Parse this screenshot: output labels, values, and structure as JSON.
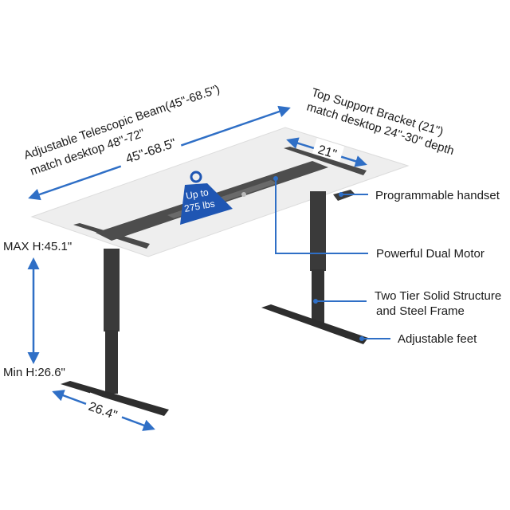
{
  "annotations": {
    "beam_line1": "Adjustable Telescopic Beam(45\"-68.5\")",
    "beam_line2": "match desktop 48\"-72\"",
    "beam_dimension": "45\"-68.5\"",
    "bracket_line1": "Top Support Bracket (21\")",
    "bracket_line2": "match desktop 24\"-30\" depth",
    "bracket_dimension": "21\"",
    "max_height": "MAX H:45.1\"",
    "min_height": "Min H:26.6\"",
    "feet_dimension": "26.4\"",
    "handset": "Programmable handset",
    "motor": "Powerful Dual Motor",
    "structure_line1": "Two Tier Solid Structure",
    "structure_line2": "and Steel Frame",
    "feet": "Adjustable feet"
  },
  "badge": {
    "line1": "Up to",
    "line2": "275 lbs"
  },
  "colors": {
    "accent": "#2f6fc6",
    "badge": "#1f56b3",
    "frame": "#3a3a3a",
    "desktop": "#eeeeee"
  }
}
